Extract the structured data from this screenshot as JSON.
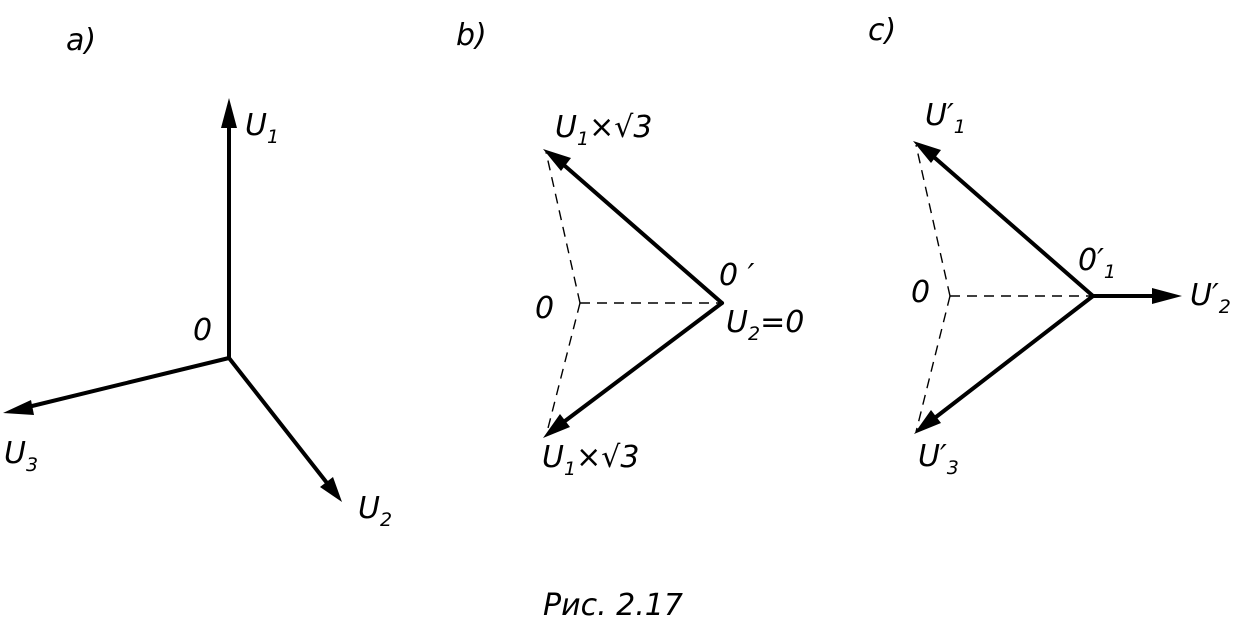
{
  "panels": [
    {
      "id": "a",
      "label": "a)"
    },
    {
      "id": "b",
      "label": "b)"
    },
    {
      "id": "c",
      "label": "c)"
    }
  ],
  "panel_a": {
    "origin": "0",
    "u1_main": "U",
    "u1_sub": "1",
    "u2_main": "U",
    "u2_sub": "2",
    "u3_main": "U",
    "u3_sub": "3"
  },
  "panel_b": {
    "origin": "0",
    "origin_shifted": "0 ′",
    "top_main": "U",
    "top_sub": "1",
    "top_mult": "×√3",
    "bottom_main": "U",
    "bottom_sub": "1",
    "bottom_mult": "×√3",
    "u2_main": "U",
    "u2_sub": "2",
    "u2_tail": "=0"
  },
  "panel_c": {
    "origin": "0",
    "origin_shifted_main": "0′",
    "origin_shifted_sub": "1",
    "u1_main": "U′",
    "u1_sub": "1",
    "u2_main": "U′",
    "u2_sub": "2",
    "u3_main": "U′",
    "u3_sub": "3"
  },
  "caption": "Рис. 2.17"
}
